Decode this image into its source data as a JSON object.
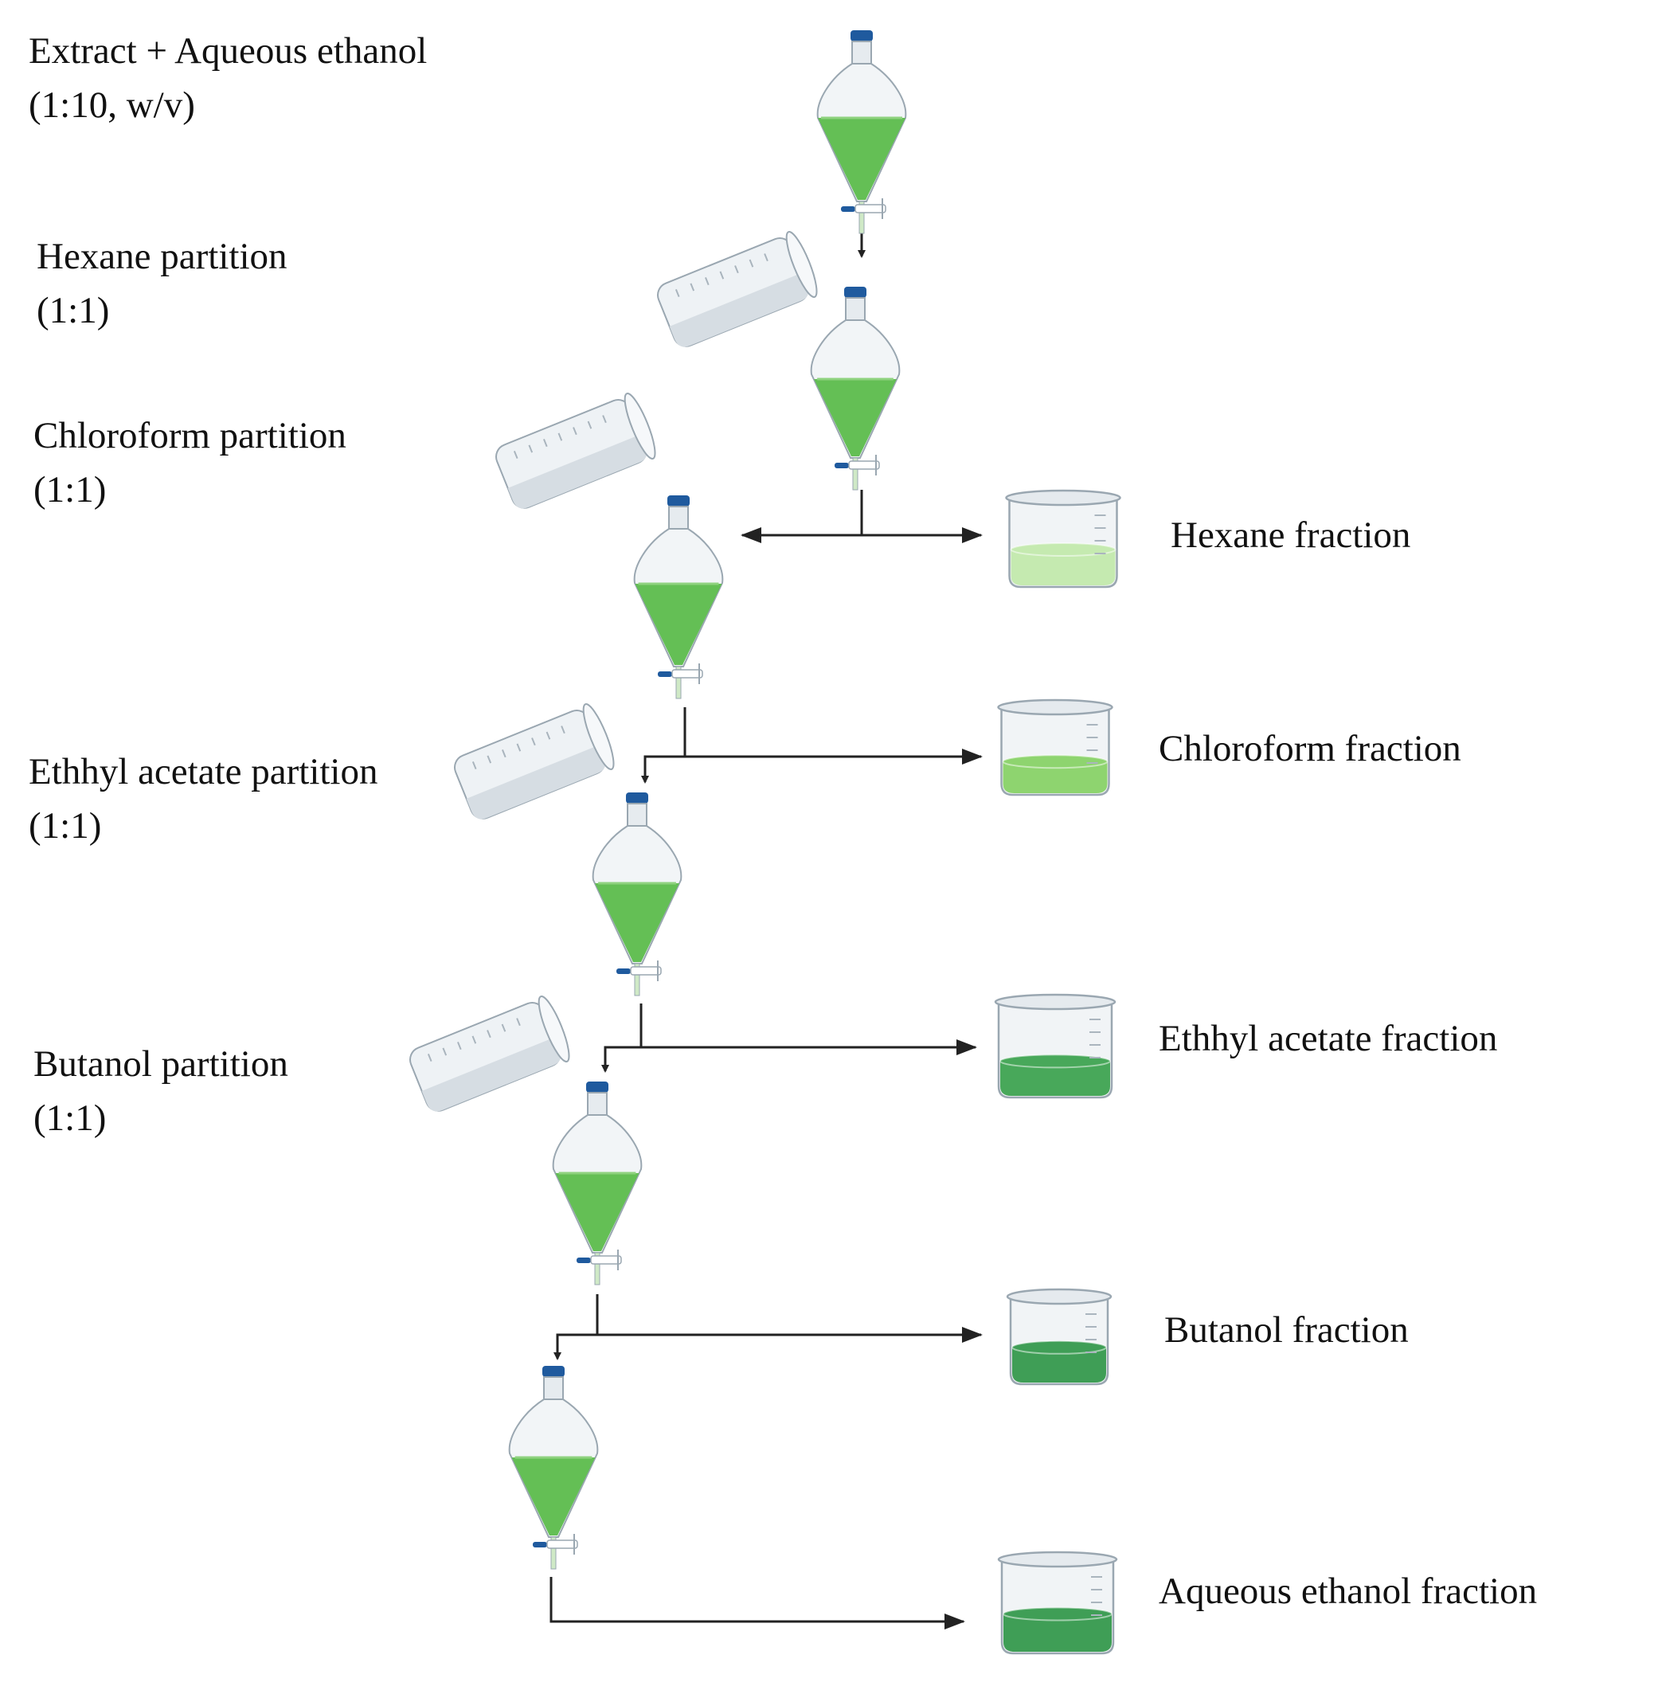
{
  "steps": [
    {
      "line1": "Extract + Aqueous ethanol",
      "line2": "(1:10, w/v)"
    },
    {
      "line1": "Hexane partition",
      "line2": "(1:1)"
    },
    {
      "line1": "Chloroform partition",
      "line2": "(1:1)"
    },
    {
      "line1": "Ethhyl acetate partition",
      "line2": "(1:1)"
    },
    {
      "line1": "Butanol partition",
      "line2": "(1:1)"
    }
  ],
  "fractions": [
    "Hexane fraction",
    "Chloroform fraction",
    "Ethhyl acetate fraction",
    "Butanol fraction",
    "Aqueous ethanol fraction"
  ],
  "colors": {
    "liquid_light": "#c5eab0",
    "liquid_green": "#5cbc4c",
    "liquid_dark": "#3f9e56",
    "glass": "#e6ebef",
    "glass_edge": "#9aa7b1",
    "cap": "#1f5a9e",
    "arrow": "#222222"
  }
}
